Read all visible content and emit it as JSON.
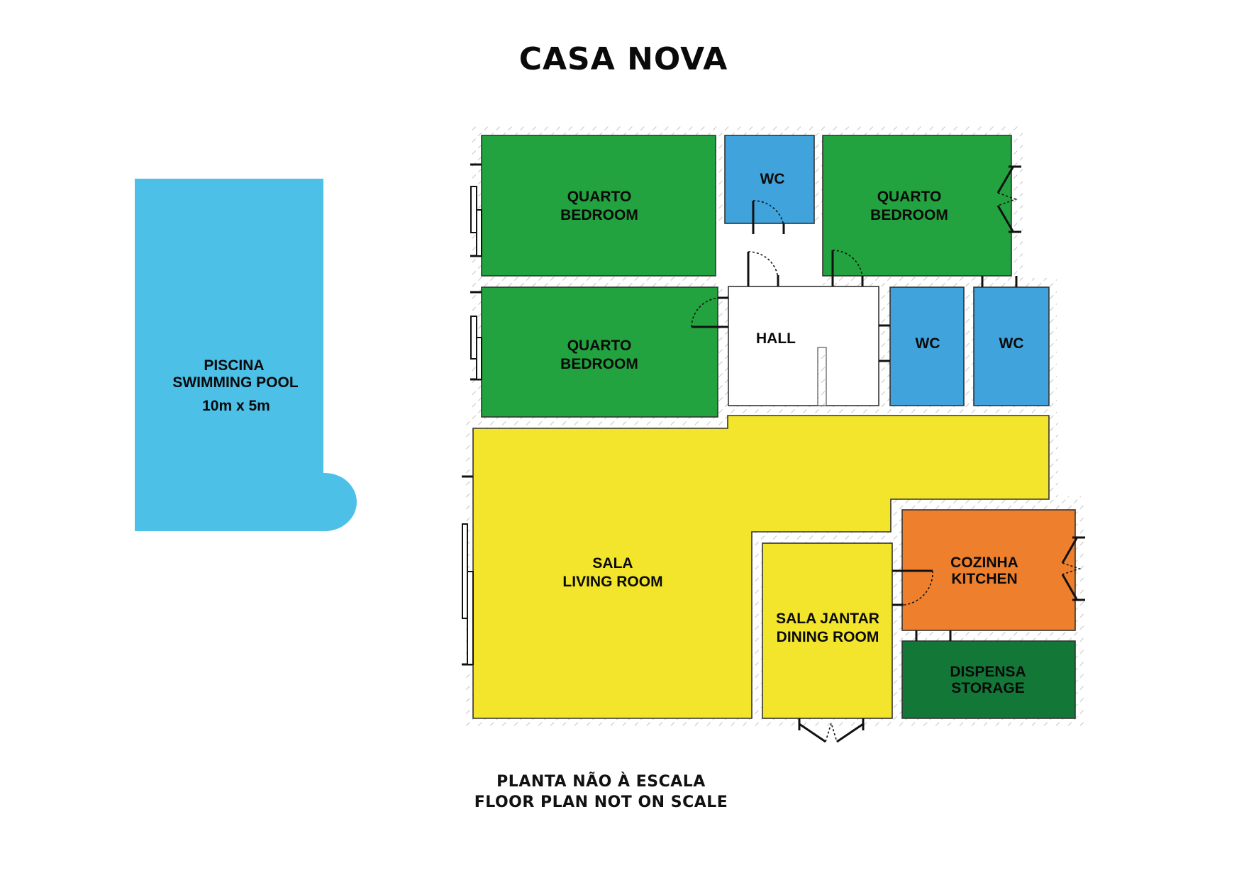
{
  "title": "CASA NOVA",
  "footer": {
    "line1": "PLANTA NÃO À ESCALA",
    "line2": "FLOOR PLAN NOT ON SCALE"
  },
  "colors": {
    "pool": "#4DC0E8",
    "bedroom": "#22A33F",
    "wc": "#40A3DB",
    "hall": "#FFFFFF",
    "living": "#F2E52B",
    "kitchen": "#EE7F2D",
    "storage": "#137837",
    "hatch": "#C8C8C8"
  },
  "pool": {
    "line1": "PISCINA",
    "line2": "SWIMMING POOL",
    "dimensions": "10m x 5m"
  },
  "rooms": {
    "bedroom_top_left": {
      "line1": "QUARTO",
      "line2": "BEDROOM"
    },
    "wc_top": {
      "line1": "WC"
    },
    "bedroom_top_right": {
      "line1": "QUARTO",
      "line2": "BEDROOM"
    },
    "bedroom_middle_left": {
      "line1": "QUARTO",
      "line2": "BEDROOM"
    },
    "hall": {
      "line1": "HALL"
    },
    "wc_middle_1": {
      "line1": "WC"
    },
    "wc_middle_2": {
      "line1": "WC"
    },
    "living_room": {
      "line1": "SALA",
      "line2": "LIVING ROOM"
    },
    "dining_room": {
      "line1": "SALA JANTAR",
      "line2": "DINING ROOM"
    },
    "kitchen": {
      "line1": "COZINHA",
      "line2": "KITCHEN"
    },
    "storage": {
      "line1": "DISPENSA",
      "line2": "STORAGE"
    }
  }
}
